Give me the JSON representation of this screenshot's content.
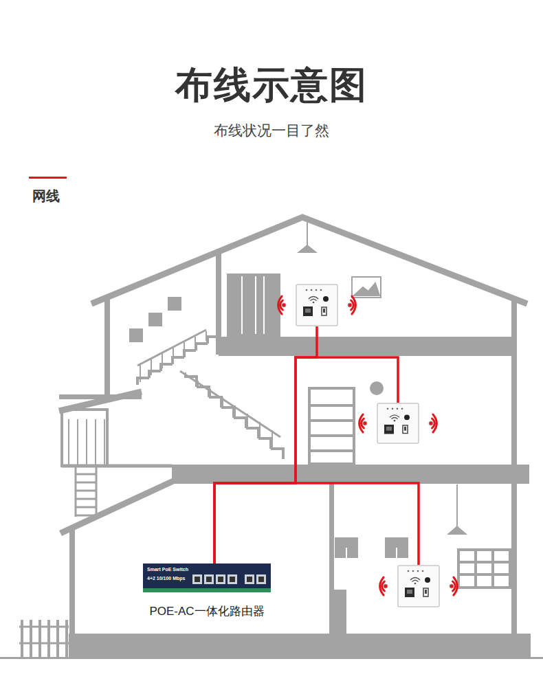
{
  "diagram": {
    "title": "布线示意图",
    "nodes": [
      {
        "text": [
          "Smart PoE Switch",
          "4+2 10/100 Mbps",
          "POE-AC一体化路由器"
        ]
      },
      {
        "text": []
      },
      {
        "text": []
      },
      {
        "text": []
      }
    ],
    "edges": [
      {
        "from": 0,
        "to": 1,
        "arrow": "none"
      },
      {
        "from": 0,
        "to": 2,
        "arrow": "none"
      },
      {
        "from": 0,
        "to": 3,
        "arrow": "none"
      }
    ],
    "labels": [
      "布线状况一目了然"
    ],
    "legend": [
      {
        "text": "网线"
      }
    ]
  }
}
